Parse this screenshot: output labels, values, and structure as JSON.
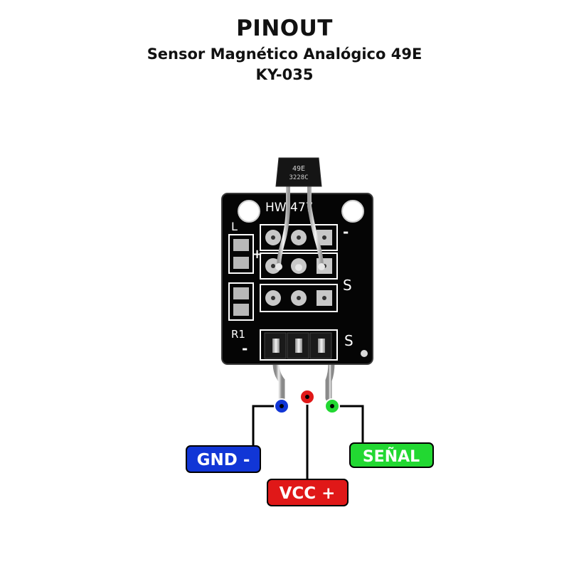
{
  "title": "PINOUT",
  "subtitle": "Sensor Magnético Analógico 49E",
  "model": "KY-035",
  "board": {
    "silkscreen_model": "HW-477",
    "silk_L": "L",
    "silk_plus": "+",
    "silk_minus": "-",
    "silk_S_mid": "S",
    "silk_R1": "R1",
    "silk_minus_bottom": "-",
    "silk_S_bottom": "S"
  },
  "chip": {
    "line1": "49E",
    "line2": "3228C"
  },
  "pins": [
    {
      "label": "GND -",
      "color": "#1136d6"
    },
    {
      "label": "VCC +",
      "color": "#e01818"
    },
    {
      "label": "SEÑAL",
      "color": "#22d832"
    }
  ]
}
